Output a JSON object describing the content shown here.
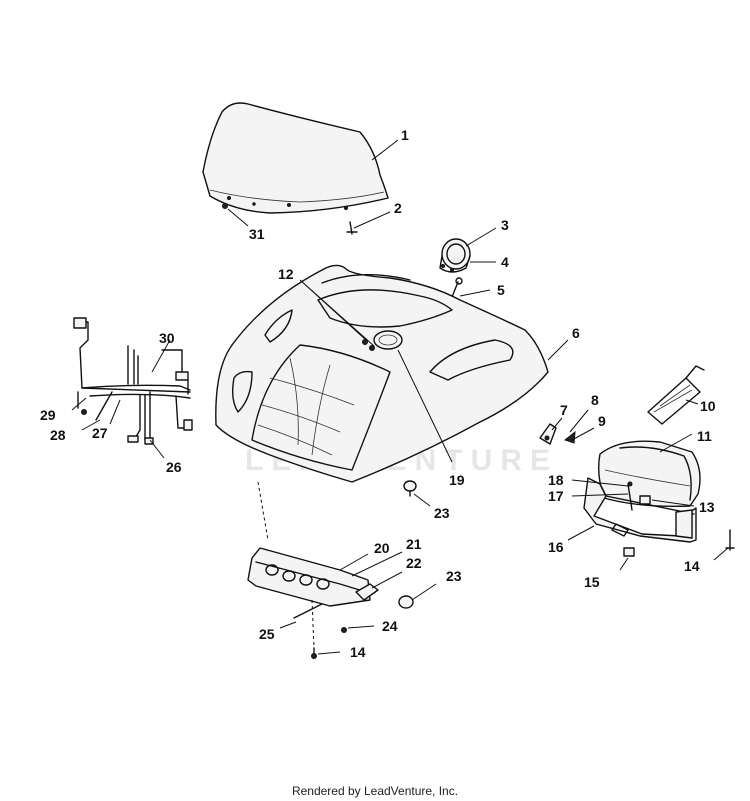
{
  "watermark": "LEADVENTURE",
  "footer": "Rendered by LeadVenture, Inc.",
  "callouts": {
    "c1": "1",
    "c2": "2",
    "c3": "3",
    "c4": "4",
    "c5": "5",
    "c6": "6",
    "c7": "7",
    "c8": "8",
    "c9": "9",
    "c10": "10",
    "c11": "11",
    "c12": "12",
    "c13": "13",
    "c14a": "14",
    "c14b": "14",
    "c15": "15",
    "c16": "16",
    "c17": "17",
    "c18": "18",
    "c19": "19",
    "c20": "20",
    "c21": "21",
    "c22": "22",
    "c23a": "23",
    "c23b": "23",
    "c24": "24",
    "c25": "25",
    "c26": "26",
    "c27": "27",
    "c28": "28",
    "c29": "29",
    "c30": "30",
    "c31": "31"
  }
}
